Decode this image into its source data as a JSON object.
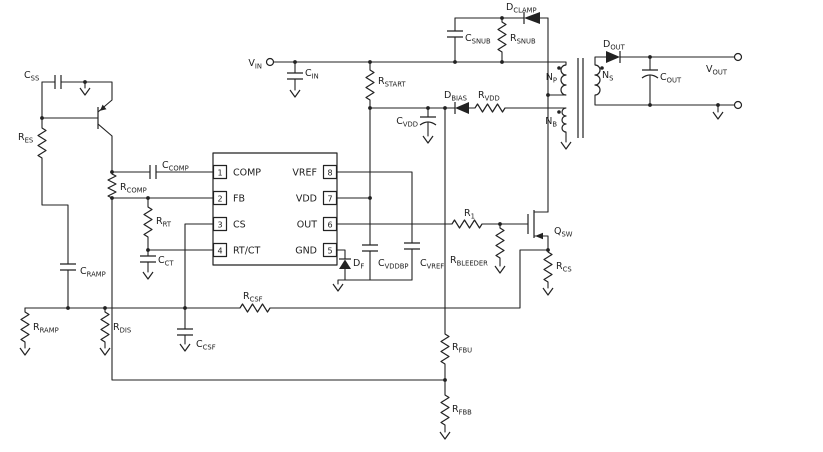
{
  "schematic": {
    "ic": {
      "pins_left": [
        {
          "num": "1",
          "name": "COMP"
        },
        {
          "num": "2",
          "name": "FB"
        },
        {
          "num": "3",
          "name": "CS"
        },
        {
          "num": "4",
          "name": "RT/CT"
        }
      ],
      "pins_right": [
        {
          "num": "8",
          "name": "VREF"
        },
        {
          "num": "7",
          "name": "VDD"
        },
        {
          "num": "6",
          "name": "OUT"
        },
        {
          "num": "5",
          "name": "GND"
        }
      ]
    },
    "labels": {
      "css": {
        "m": "C",
        "s": "SS"
      },
      "res": {
        "m": "R",
        "s": "ES"
      },
      "rcomp": {
        "m": "R",
        "s": "COMP"
      },
      "ccomp": {
        "m": "C",
        "s": "COMP"
      },
      "rrt": {
        "m": "R",
        "s": "RT"
      },
      "cct": {
        "m": "C",
        "s": "CT"
      },
      "cramp": {
        "m": "C",
        "s": "RAMP"
      },
      "rramp": {
        "m": "R",
        "s": "RAMP"
      },
      "rdis": {
        "m": "R",
        "s": "DIS"
      },
      "rcsf": {
        "m": "R",
        "s": "CSF"
      },
      "ccsf": {
        "m": "C",
        "s": "CSF"
      },
      "vin": {
        "m": "V",
        "s": "IN"
      },
      "cin": {
        "m": "C",
        "s": "IN"
      },
      "rstart": {
        "m": "R",
        "s": "START"
      },
      "cvdd": {
        "m": "C",
        "s": "VDD"
      },
      "dbias": {
        "m": "D",
        "s": "BIAS"
      },
      "rvdd": {
        "m": "R",
        "s": "VDD"
      },
      "csnub": {
        "m": "C",
        "s": "SNUB"
      },
      "rsnub": {
        "m": "R",
        "s": "SNUB"
      },
      "dclamp": {
        "m": "D",
        "s": "CLAMP"
      },
      "np": {
        "m": "N",
        "s": "P"
      },
      "ns": {
        "m": "N",
        "s": "S"
      },
      "nb": {
        "m": "N",
        "s": "B"
      },
      "dout": {
        "m": "D",
        "s": "OUT"
      },
      "cout": {
        "m": "C",
        "s": "OUT"
      },
      "vout": {
        "m": "V",
        "s": "OUT"
      },
      "df": {
        "m": "D",
        "s": "F"
      },
      "cvddbp": {
        "m": "C",
        "s": "VDDBP"
      },
      "cvref": {
        "m": "C",
        "s": "VREF"
      },
      "rbleeder": {
        "m": "R",
        "s": "BLEEDER"
      },
      "r1": {
        "m": "R",
        "s": "1"
      },
      "qsw": {
        "m": "Q",
        "s": "SW"
      },
      "rcs": {
        "m": "R",
        "s": "CS"
      },
      "rfbu": {
        "m": "R",
        "s": "FBU"
      },
      "rfbb": {
        "m": "R",
        "s": "FBB"
      }
    }
  }
}
